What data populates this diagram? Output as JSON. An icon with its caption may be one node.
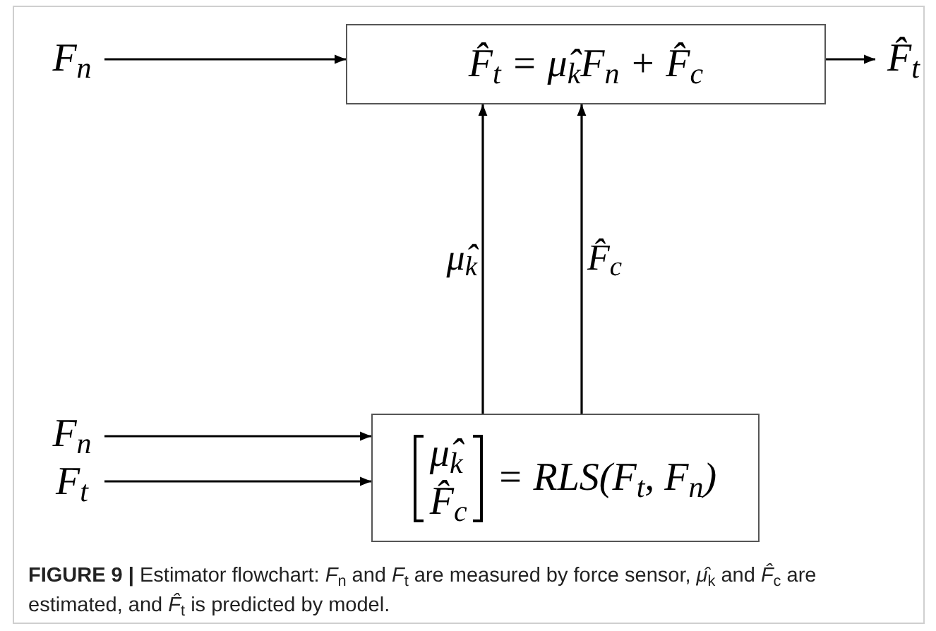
{
  "diagram": {
    "nodes": [
      {
        "text": [
          "F$_{n}$"
        ]
      },
      {
        "text": [
          "F̂$_{t}$ = μ̂$_{k}$F$_{n}$ + F̂$_{c}$"
        ]
      },
      {
        "text": [
          "F̂$_{t}$"
        ]
      },
      {
        "text": [
          "μ̂$_{k}$",
          "F̂$_{c}$",
          "= RLS(F$_{t}$, F$_{n}$)"
        ]
      },
      {
        "text": [
          "F$_{n}$"
        ]
      },
      {
        "text": [
          "F$_{t}$"
        ]
      }
    ],
    "edges": [
      {
        "from": 0,
        "to": 1,
        "arrow": "to"
      },
      {
        "from": 1,
        "to": 2,
        "arrow": "to"
      },
      {
        "from": 3,
        "to": 1,
        "arrow": "to",
        "label": "μ̂$_{k}$"
      },
      {
        "from": 3,
        "to": 1,
        "arrow": "to",
        "label": "F̂$_{c}$"
      },
      {
        "from": 4,
        "to": 3,
        "arrow": "to"
      },
      {
        "from": 5,
        "to": 3,
        "arrow": "to"
      }
    ],
    "caption": "**FIGURE 9 |** Estimator flowchart: *F*$_{n}$ and *F*$_{t}$ are measured by force sensor, *μ̂*$_{k}$ and *F̂*$_{c}$ are estimated, and *F̂*$_{t}$ is predicted by model."
  }
}
